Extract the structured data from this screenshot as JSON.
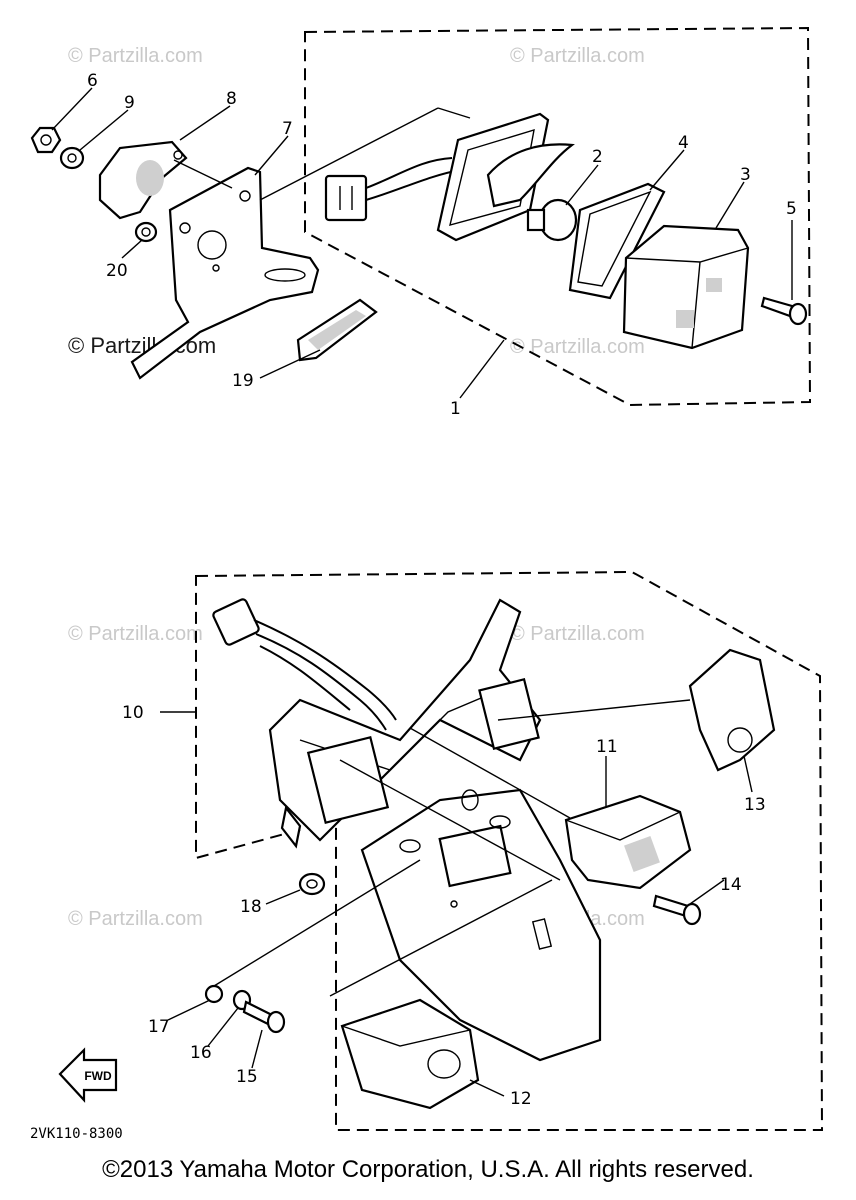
{
  "diagram": {
    "callouts_top": [
      "6",
      "9",
      "8",
      "7",
      "2",
      "4",
      "3",
      "5",
      "20",
      "19",
      "1"
    ],
    "callouts_bottom": [
      "10",
      "11",
      "13",
      "14",
      "18",
      "17",
      "16",
      "15",
      "12"
    ],
    "drawing_code": "2VK110-8300",
    "fwd_label": "FWD"
  },
  "watermark": {
    "text": "© Partzilla.com"
  },
  "footer": {
    "copyright": "©2013 Yamaha Motor Corporation, U.S.A. All rights reserved."
  }
}
